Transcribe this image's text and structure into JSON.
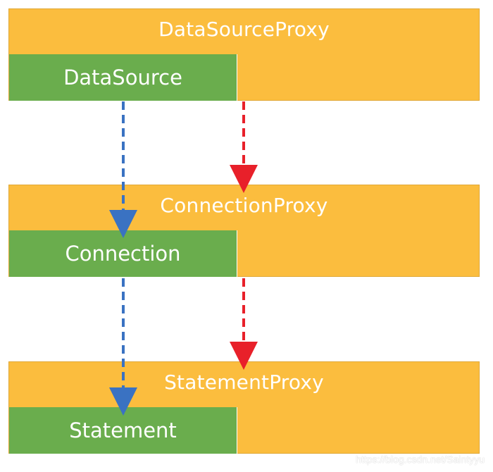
{
  "diagram": {
    "layers": [
      {
        "proxy_label": "DataSourceProxy",
        "inner_label": "DataSource"
      },
      {
        "proxy_label": "ConnectionProxy",
        "inner_label": "Connection"
      },
      {
        "proxy_label": "StatementProxy",
        "inner_label": "Statement"
      }
    ],
    "colors": {
      "proxy_fill": "#fbbd3e",
      "inner_fill": "#6aad4d",
      "inner_arrow": "#3a72c2",
      "proxy_arrow": "#e8202a",
      "text": "#ffffff"
    }
  },
  "watermark": "https://blog.csdn.net/Saintyyu"
}
